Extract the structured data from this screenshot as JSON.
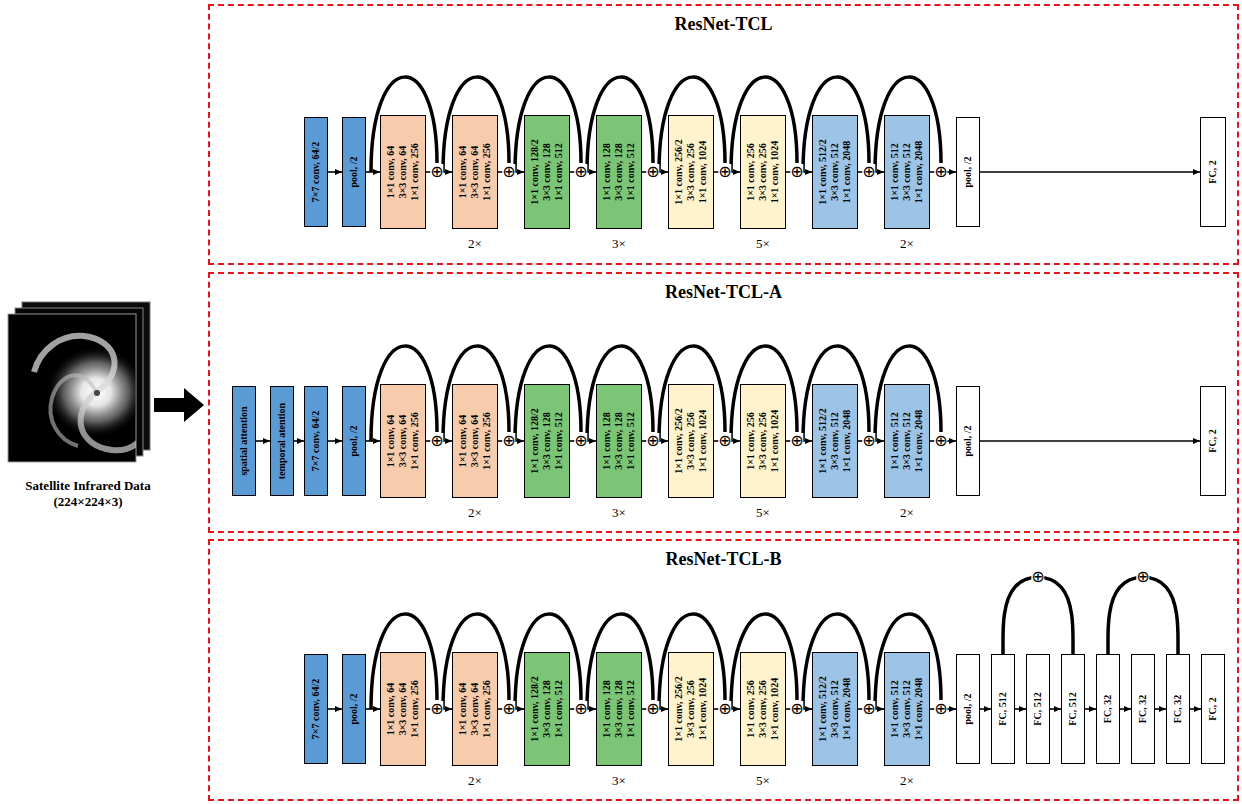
{
  "diagram": {
    "nodes": [
      {
        "text": [
          "ResNet-TCL"
        ]
      },
      {
        "text": [
          "7×7 conv, 64/2"
        ],
        "in": 0
      },
      {
        "text": [
          "pool, /2"
        ],
        "in": 0
      },
      {
        "text": [
          "1×1 conv, 64",
          "3×3 conv, 64",
          "1×1 conv, 256"
        ],
        "in": 0
      },
      {
        "text": [
          "1×1 conv, 64",
          "3×3 conv, 64",
          "1×1 conv, 256"
        ],
        "in": 0
      },
      {
        "text": [
          "1×1 conv, 128/2",
          "3×3 conv, 128",
          "1×1 conv, 512"
        ],
        "in": 0
      },
      {
        "text": [
          "1×1 conv, 128",
          "3×3 conv, 128",
          "1×1 conv, 512"
        ],
        "in": 0
      },
      {
        "text": [
          "1×1 conv, 256/2",
          "3×3 conv, 256",
          "1×1 conv, 1024"
        ],
        "in": 0
      },
      {
        "text": [
          "1×1 conv, 256",
          "3×3 conv, 256",
          "1×1 conv, 1024"
        ],
        "in": 0
      },
      {
        "text": [
          "1×1 conv, 512/2",
          "3×3 conv, 512",
          "1×1 conv, 2048"
        ],
        "in": 0
      },
      {
        "text": [
          "1×1 conv, 512",
          "3×3 conv, 512",
          "1×1 conv, 2048"
        ],
        "in": 0
      },
      {
        "text": [
          "pool, /2"
        ],
        "in": 0
      },
      {
        "text": [
          "FC, 2"
        ],
        "in": 0
      },
      {
        "text": [
          "ResNet-TCL-A"
        ]
      },
      {
        "text": [
          "spatial attention"
        ],
        "in": 13
      },
      {
        "text": [
          "temporal atention"
        ],
        "in": 13
      },
      {
        "text": [
          "7×7 conv, 64/2"
        ],
        "in": 13
      },
      {
        "text": [
          "pool, /2"
        ],
        "in": 13
      },
      {
        "text": [
          "1×1 conv, 64",
          "3×3 conv, 64",
          "1×1 conv, 256"
        ],
        "in": 13
      },
      {
        "text": [
          "1×1 conv, 64",
          "3×3 conv, 64",
          "1×1 conv, 256"
        ],
        "in": 13
      },
      {
        "text": [
          "1×1 conv, 128/2",
          "3×3 conv, 128",
          "1×1 conv, 512"
        ],
        "in": 13
      },
      {
        "text": [
          "1×1 conv, 128",
          "3×3 conv, 128",
          "1×1 conv, 512"
        ],
        "in": 13
      },
      {
        "text": [
          "1×1 conv, 256/2",
          "3×3 conv, 256",
          "1×1 conv, 1024"
        ],
        "in": 13
      },
      {
        "text": [
          "1×1 conv, 256",
          "3×3 conv, 256",
          "1×1 conv, 1024"
        ],
        "in": 13
      },
      {
        "text": [
          "1×1 conv, 512/2",
          "3×3 conv, 512",
          "1×1 conv, 2048"
        ],
        "in": 13
      },
      {
        "text": [
          "1×1 conv, 512",
          "3×3 conv, 512",
          "1×1 conv, 2048"
        ],
        "in": 13
      },
      {
        "text": [
          "pool, /2"
        ],
        "in": 13
      },
      {
        "text": [
          "FC, 2"
        ],
        "in": 13
      },
      {
        "text": [
          "ResNet-TCL-B"
        ]
      },
      {
        "text": [
          "7×7 conv, 64/2"
        ],
        "in": 28
      },
      {
        "text": [
          "pool, /2"
        ],
        "in": 28
      },
      {
        "text": [
          "1×1 conv, 64",
          "3×3 conv, 64",
          "1×1 conv, 256"
        ],
        "in": 28
      },
      {
        "text": [
          "1×1 conv, 64",
          "3×3 conv, 64",
          "1×1 conv, 256"
        ],
        "in": 28
      },
      {
        "text": [
          "1×1 conv, 128/2",
          "3×3 conv, 128",
          "1×1 conv, 512"
        ],
        "in": 28
      },
      {
        "text": [
          "1×1 conv, 128",
          "3×3 conv, 128",
          "1×1 conv, 512"
        ],
        "in": 28
      },
      {
        "text": [
          "1×1 conv, 256/2",
          "3×3 conv, 256",
          "1×1 conv, 1024"
        ],
        "in": 28
      },
      {
        "text": [
          "1×1 conv, 256",
          "3×3 conv, 256",
          "1×1 conv, 1024"
        ],
        "in": 28
      },
      {
        "text": [
          "1×1 conv, 512/2",
          "3×3 conv, 512",
          "1×1 conv, 2048"
        ],
        "in": 28
      },
      {
        "text": [
          "1×1 conv, 512",
          "3×3 conv, 512",
          "1×1 conv, 2048"
        ],
        "in": 28
      },
      {
        "text": [
          "pool, /2"
        ],
        "in": 28
      },
      {
        "text": [
          "FC, 512"
        ],
        "in": 28
      },
      {
        "text": [
          "FC, 512"
        ],
        "in": 28
      },
      {
        "text": [
          "FC, 512"
        ],
        "in": 28
      },
      {
        "text": [
          "FC, 32"
        ],
        "in": 28
      },
      {
        "text": [
          "FC, 32"
        ],
        "in": 28
      },
      {
        "text": [
          "FC, 32"
        ],
        "in": 28
      },
      {
        "text": [
          "FC, 2"
        ],
        "in": 28
      }
    ],
    "edges": [
      {
        "from": 1,
        "to": 2,
        "arrow": "to"
      },
      {
        "from": 2,
        "to": 3,
        "arrow": "to"
      },
      {
        "from": 3,
        "to": 4,
        "arrow": "to"
      },
      {
        "from": 4,
        "to": 5,
        "arrow": "to"
      },
      {
        "from": 5,
        "to": 6,
        "arrow": "to"
      },
      {
        "from": 6,
        "to": 7,
        "arrow": "to"
      },
      {
        "from": 7,
        "to": 8,
        "arrow": "to"
      },
      {
        "from": 8,
        "to": 9,
        "arrow": "to"
      },
      {
        "from": 9,
        "to": 10,
        "arrow": "to"
      },
      {
        "from": 10,
        "to": 11,
        "arrow": "to"
      },
      {
        "from": 11,
        "to": 12,
        "arrow": "to"
      },
      {
        "from": 14,
        "to": 15,
        "arrow": "to"
      },
      {
        "from": 15,
        "to": 16,
        "arrow": "to"
      },
      {
        "from": 16,
        "to": 17,
        "arrow": "to"
      },
      {
        "from": 17,
        "to": 18,
        "arrow": "to"
      },
      {
        "from": 18,
        "to": 19,
        "arrow": "to"
      },
      {
        "from": 19,
        "to": 20,
        "arrow": "to"
      },
      {
        "from": 20,
        "to": 21,
        "arrow": "to"
      },
      {
        "from": 21,
        "to": 22,
        "arrow": "to"
      },
      {
        "from": 22,
        "to": 23,
        "arrow": "to"
      },
      {
        "from": 23,
        "to": 24,
        "arrow": "to"
      },
      {
        "from": 24,
        "to": 25,
        "arrow": "to"
      },
      {
        "from": 25,
        "to": 26,
        "arrow": "to"
      },
      {
        "from": 26,
        "to": 27,
        "arrow": "to"
      },
      {
        "from": 29,
        "to": 30,
        "arrow": "to"
      },
      {
        "from": 30,
        "to": 31,
        "arrow": "to"
      },
      {
        "from": 31,
        "to": 32,
        "arrow": "to"
      },
      {
        "from": 32,
        "to": 33,
        "arrow": "to"
      },
      {
        "from": 33,
        "to": 34,
        "arrow": "to"
      },
      {
        "from": 34,
        "to": 35,
        "arrow": "to"
      },
      {
        "from": 35,
        "to": 36,
        "arrow": "to"
      },
      {
        "from": 36,
        "to": 37,
        "arrow": "to"
      },
      {
        "from": 37,
        "to": 38,
        "arrow": "to"
      },
      {
        "from": 38,
        "to": 39,
        "arrow": "to"
      },
      {
        "from": 39,
        "to": 40,
        "arrow": "to"
      },
      {
        "from": 40,
        "to": 41,
        "arrow": "to"
      },
      {
        "from": 41,
        "to": 42,
        "arrow": "to"
      },
      {
        "from": 42,
        "to": 43,
        "arrow": "to"
      },
      {
        "from": 43,
        "to": 44,
        "arrow": "to"
      },
      {
        "from": 44,
        "to": 45,
        "arrow": "to"
      },
      {
        "from": 45,
        "to": 46,
        "arrow": "to"
      },
      {
        "from": 40,
        "to": 42,
        "label": "⊕",
        "arrow": "none"
      },
      {
        "from": 43,
        "to": 45,
        "label": "⊕",
        "arrow": "none"
      }
    ],
    "labels": [
      "Satellite Infrared Data (224×224×3)",
      "⊕",
      "⊕",
      "⊕",
      "⊕",
      "⊕",
      "⊕",
      "⊕",
      "⊕",
      "2×",
      "3×",
      "5×",
      "2×",
      "⊕",
      "⊕",
      "⊕",
      "⊕",
      "⊕",
      "⊕",
      "⊕",
      "⊕",
      "2×",
      "3×",
      "5×",
      "2×",
      "⊕",
      "⊕",
      "⊕",
      "⊕",
      "⊕",
      "⊕",
      "⊕",
      "⊕",
      "2×",
      "3×",
      "5×",
      "2×"
    ]
  }
}
